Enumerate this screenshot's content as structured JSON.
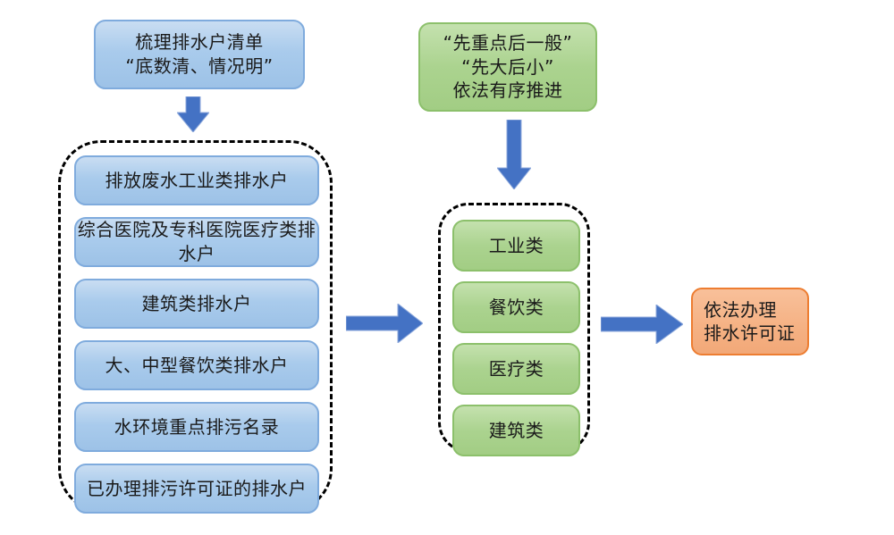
{
  "top_left_box": {
    "line1": "梳理排水户清单",
    "line2": "“底数清、情况明”"
  },
  "top_right_box": {
    "line1": "“先重点后一般”",
    "line2": "“先大后小”",
    "line3": "依法有序推进"
  },
  "left_group": {
    "items": [
      "排放废水工业类排水户",
      "综合医院及专科医院医疗类排水户",
      "建筑类排水户",
      "大、中型餐饮类排水户",
      "水环境重点排污名录",
      "已办理排污许可证的排水户"
    ]
  },
  "middle_group": {
    "items": [
      "工业类",
      "餐饮类",
      "医疗类",
      "建筑类"
    ]
  },
  "result_box": {
    "line1": "依法办理",
    "line2": "排水许可证"
  },
  "colors": {
    "blue_box_fill": "#a9cbec",
    "blue_box_border": "#7fabdd",
    "green_box_fill": "#abd38f",
    "green_box_border": "#8cc06b",
    "orange_box_fill": "#f5b183",
    "orange_box_border": "#ed7d31",
    "arrow": "#4472c4",
    "dashed_border": "#000000"
  }
}
